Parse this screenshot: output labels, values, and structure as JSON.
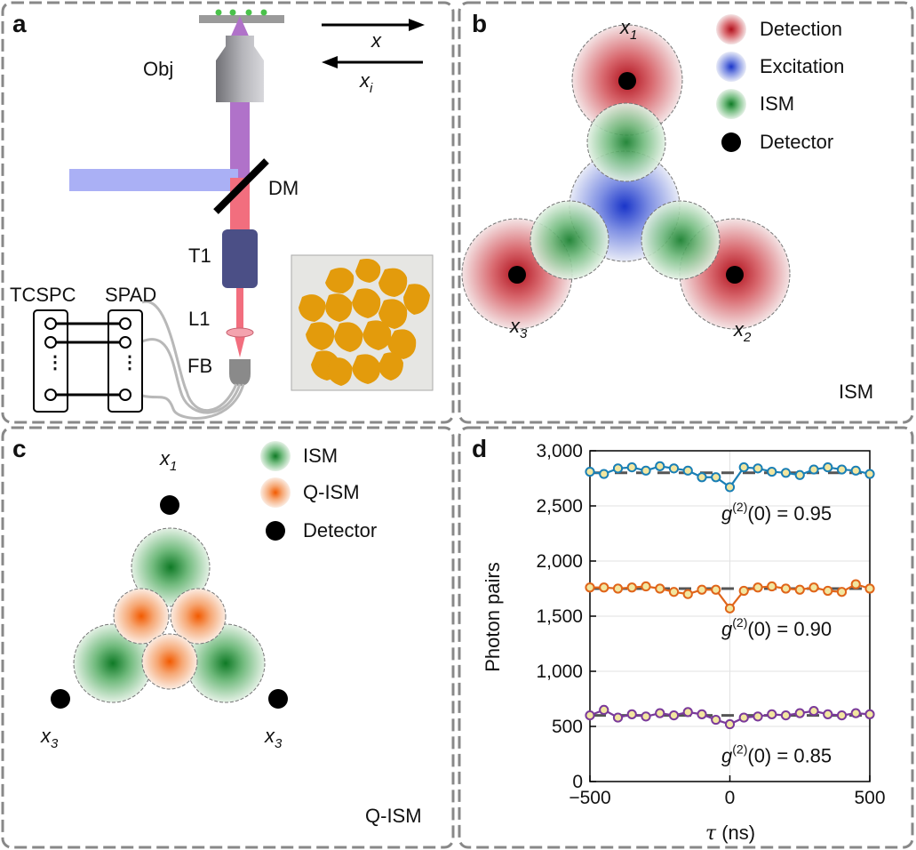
{
  "panels": {
    "a": {
      "letter": "a",
      "obj_label": "Obj",
      "dm_label": "DM",
      "t1_label": "T1",
      "l1_label": "L1",
      "fb_label": "FB",
      "tcspc_label": "TCSPC",
      "spad_label": "SPAD",
      "x_arrow_var": "x",
      "xi_arrow_var": "x",
      "xi_arrow_sub": "i",
      "colors": {
        "excitation_beam": "#aab0f5",
        "emission_beam": "#f26e7e",
        "objective_beam": "#b072c9",
        "lens_tube": "#4b4f86",
        "particles": "#e39b0c",
        "inset_bg": "#e6e6e3"
      }
    },
    "b": {
      "letter": "b",
      "legend": [
        {
          "label": "Detection",
          "color": "#c0202b"
        },
        {
          "label": "Excitation",
          "color": "#2a3fc7"
        },
        {
          "label": "ISM",
          "color": "#1f8a34"
        },
        {
          "label": "Detector",
          "color": "#000000"
        }
      ],
      "detectors": [
        {
          "var": "x",
          "sub": "1"
        },
        {
          "var": "x",
          "sub": "2"
        },
        {
          "var": "x",
          "sub": "3"
        }
      ],
      "corner_label": "ISM"
    },
    "c": {
      "letter": "c",
      "legend": [
        {
          "label": "ISM",
          "color": "#1f8a34"
        },
        {
          "label": "Q-ISM",
          "color": "#f06a10"
        },
        {
          "label": "Detector",
          "color": "#000000"
        }
      ],
      "detectors": [
        {
          "var": "x",
          "sub": "1"
        },
        {
          "var": "x",
          "sub": "3"
        },
        {
          "var": "x",
          "sub": "3"
        }
      ],
      "corner_label": "Q-ISM"
    },
    "d": {
      "letter": "d"
    }
  },
  "chart_data": {
    "type": "line",
    "xlabel": "τ (ns)",
    "ylabel": "Photon pairs",
    "xlim": [
      -500,
      500
    ],
    "ylim": [
      0,
      3000
    ],
    "xticks": [
      "−500",
      "0",
      "500"
    ],
    "yticks": [
      "0",
      "500",
      "1,000",
      "1,500",
      "2,000",
      "2,500",
      "3,000"
    ],
    "grid": true,
    "x": [
      -500,
      -450,
      -400,
      -350,
      -300,
      -250,
      -200,
      -150,
      -100,
      -50,
      0,
      50,
      100,
      150,
      200,
      250,
      300,
      350,
      400,
      450,
      500
    ],
    "series": [
      {
        "color": "#1a7fb5",
        "annotation_prefix": "g",
        "annotation_sup": "(2)",
        "annotation_suffix": "(0) = 0.95",
        "baseline": 2800,
        "values": [
          2810,
          2790,
          2840,
          2850,
          2820,
          2860,
          2840,
          2820,
          2760,
          2760,
          2670,
          2850,
          2840,
          2810,
          2800,
          2780,
          2830,
          2850,
          2830,
          2820,
          2790
        ]
      },
      {
        "color": "#e0651a",
        "annotation_prefix": "g",
        "annotation_sup": "(2)",
        "annotation_suffix": "(0) = 0.90",
        "baseline": 1750,
        "values": [
          1760,
          1760,
          1750,
          1760,
          1770,
          1750,
          1720,
          1700,
          1740,
          1740,
          1570,
          1730,
          1760,
          1770,
          1750,
          1740,
          1760,
          1730,
          1720,
          1790,
          1750
        ]
      },
      {
        "color": "#7a3a9a",
        "annotation_prefix": "g",
        "annotation_sup": "(2)",
        "annotation_suffix": "(0) = 0.85",
        "baseline": 600,
        "values": [
          600,
          650,
          580,
          610,
          590,
          620,
          600,
          630,
          610,
          560,
          520,
          580,
          590,
          610,
          600,
          620,
          640,
          610,
          600,
          620,
          610
        ]
      }
    ],
    "marker_fill": "#f2e6a0"
  }
}
